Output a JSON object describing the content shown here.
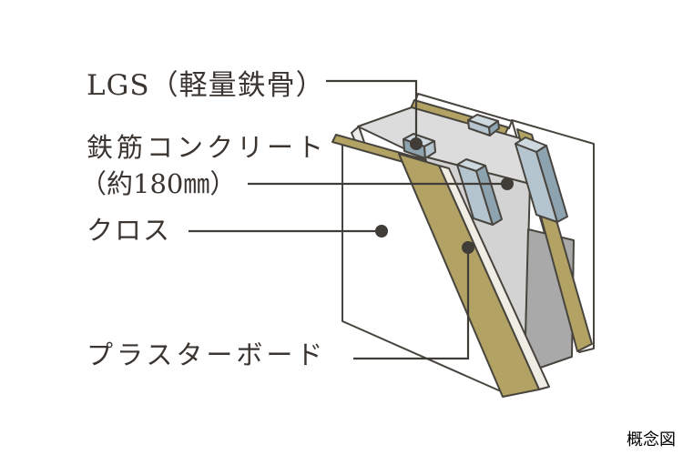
{
  "figure": {
    "type": "wall-section-concept-diagram",
    "caption": "概念図",
    "labels": {
      "lgs": "LGS（軽量鉄骨）",
      "concrete_line1": "鉄筋コンクリート",
      "concrete_line2": "（約180㎜）",
      "cloth": "クロス",
      "plasterboard": "プラスターボード"
    },
    "wall_layers_front_to_back": [
      "クロス",
      "プラスターボード",
      "LGS（軽量鉄骨）",
      "鉄筋コンクリート（約180㎜）",
      "LGS（軽量鉄骨）",
      "プラスターボード",
      "クロス"
    ],
    "colors": {
      "background": "#ffffff",
      "outline": "#48443e",
      "text": "#3a3531",
      "leader": "#403c38",
      "white_sheet": "#ffffff",
      "tan_board": "#b2a263",
      "board_edge": "#f0ede4",
      "concrete_top": "#dcdcdc",
      "concrete_face": "#d3d3d3",
      "concrete_side": "#a9a9a9",
      "concrete_cut": "#ebebeb",
      "stud_top": "#cdd9df",
      "stud_light": "#b5c5cf",
      "stud_dark": "#8da3af",
      "caption_text": "#000000"
    }
  }
}
